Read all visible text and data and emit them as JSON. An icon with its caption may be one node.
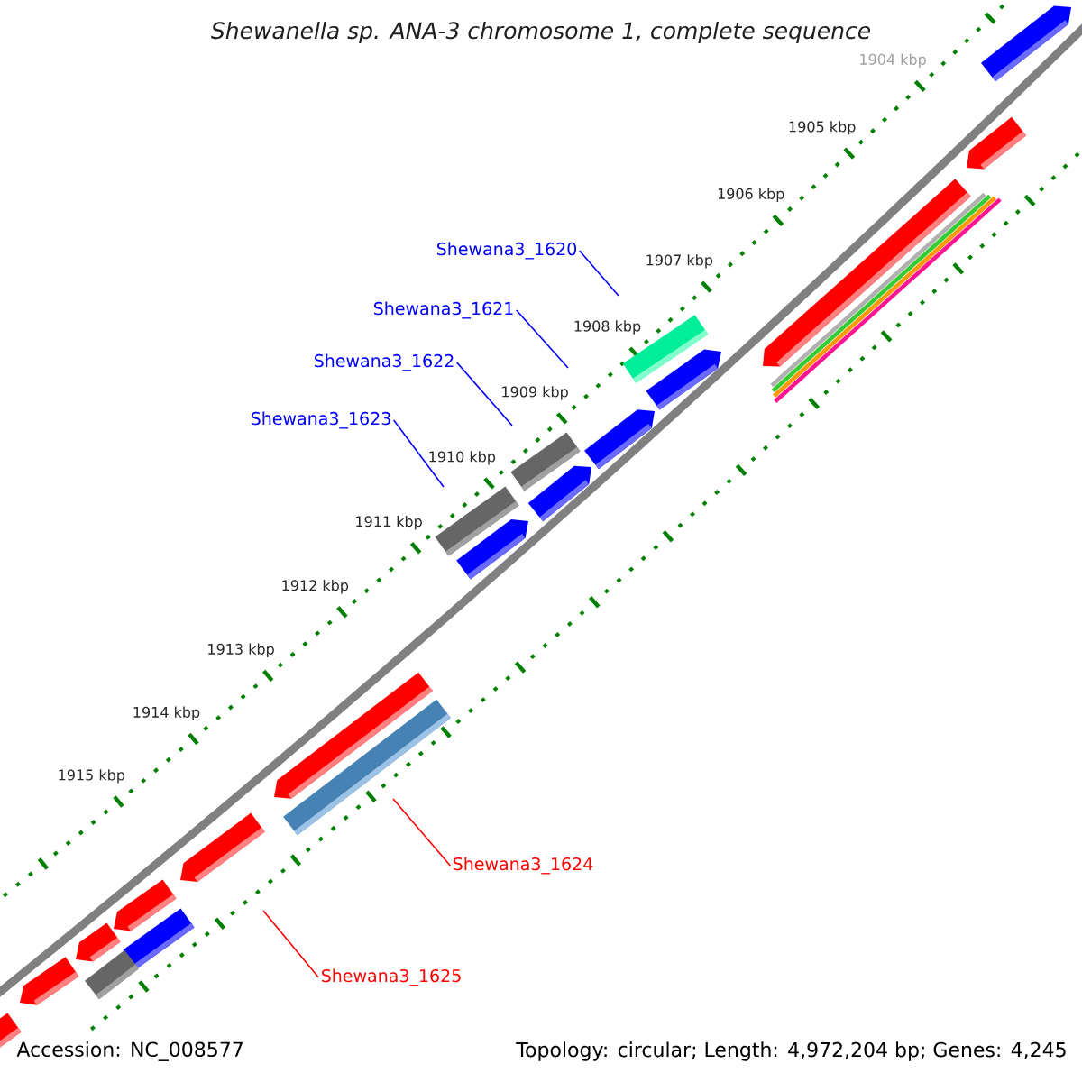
{
  "diagram": {
    "title": "Shewanella sp. ANA-3 chromosome 1, complete sequence",
    "nodes": [
      {
        "text": [
          "Shewana3_1620"
        ]
      },
      {
        "text": [
          "Shewana3_1621"
        ]
      },
      {
        "text": [
          "Shewana3_1622"
        ]
      },
      {
        "text": [
          "Shewana3_1623"
        ]
      },
      {
        "text": [
          "Shewana3_1624"
        ]
      },
      {
        "text": [
          "Shewana3_1625"
        ]
      }
    ],
    "edges": [
      {
        "from": 0,
        "to": null,
        "arrow": "none",
        "color": "#0000ff"
      },
      {
        "from": 1,
        "to": null,
        "arrow": "none",
        "color": "#0000ff"
      },
      {
        "from": 2,
        "to": null,
        "arrow": "none",
        "color": "#0000ff"
      },
      {
        "from": 3,
        "to": null,
        "arrow": "none",
        "color": "#0000ff"
      },
      {
        "from": 4,
        "to": null,
        "arrow": "none",
        "color": "#ff0000"
      },
      {
        "from": 5,
        "to": null,
        "arrow": "none",
        "color": "#ff0000"
      }
    ],
    "labels": [
      "1904 kbp",
      "1905 kbp",
      "1906 kbp",
      "1907 kbp",
      "1908 kbp",
      "1909 kbp",
      "1910 kbp",
      "1911 kbp",
      "1912 kbp",
      "1913 kbp",
      "1914 kbp",
      "1915 kbp",
      "Accession: NC_008577",
      "Topology: circular; Length: 4,972,204 bp; Genes: 4,245"
    ]
  }
}
